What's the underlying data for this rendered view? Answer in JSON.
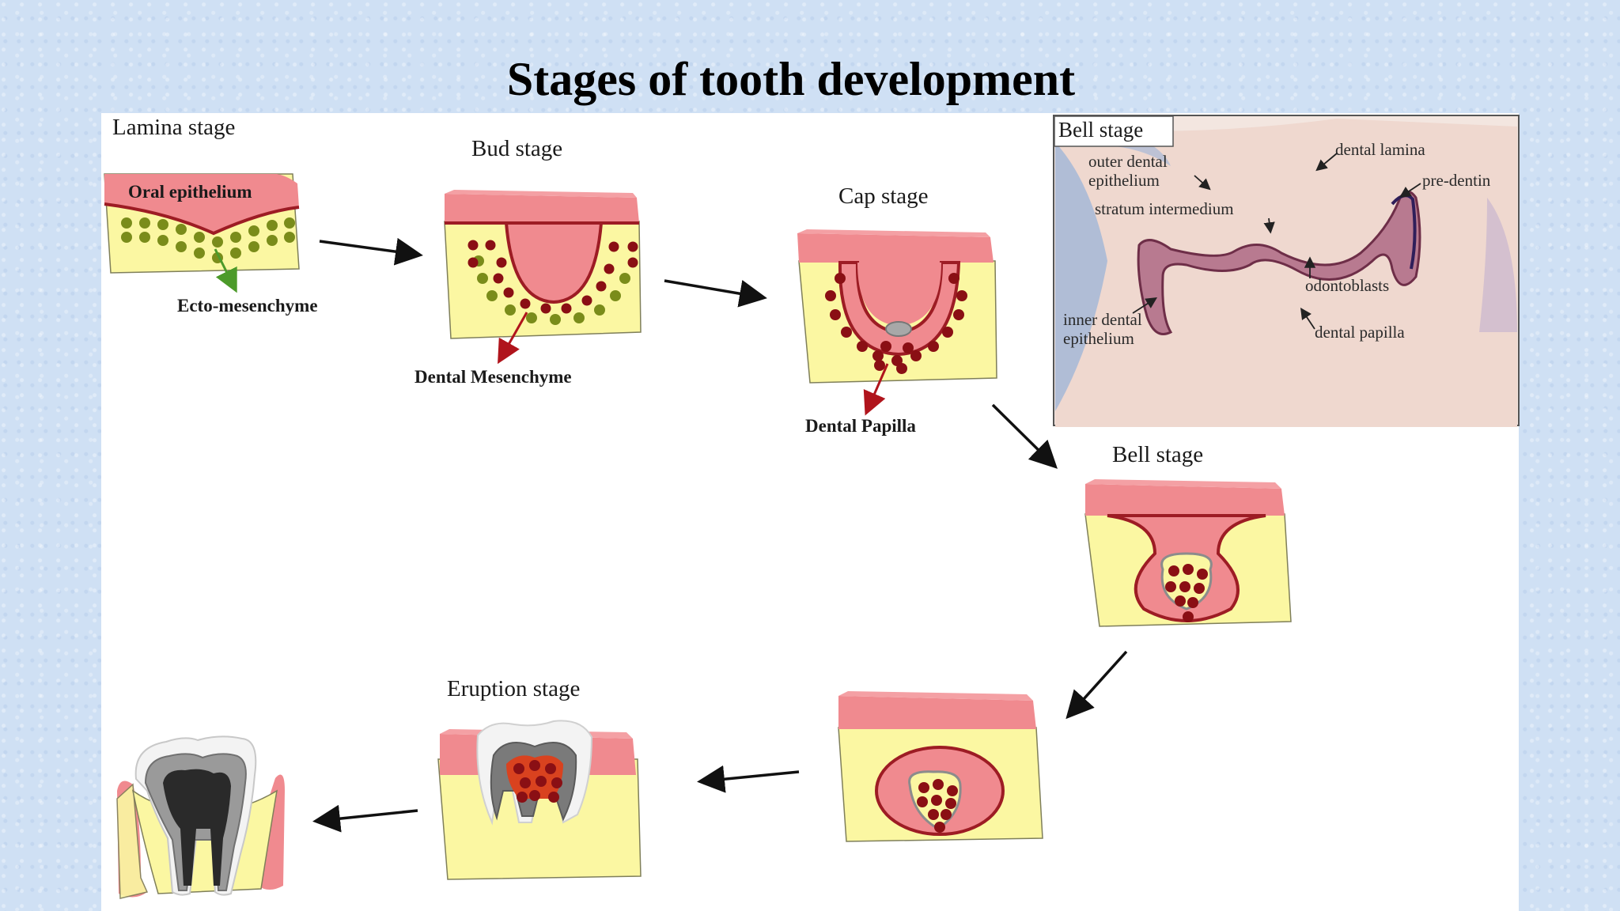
{
  "title": "Stages of tooth development",
  "stages": {
    "lamina": "Lamina stage",
    "bud": "Bud stage",
    "cap": "Cap stage",
    "bell": "Bell stage",
    "eruption": "Eruption stage"
  },
  "parts": {
    "oral_epithelium": "Oral epithelium",
    "ecto_mesenchyme": "Ecto-mesenchyme",
    "dental_mesenchyme": "Dental Mesenchyme",
    "dental_papilla": "Dental Papilla"
  },
  "micrograph": {
    "title": "Bell stage",
    "labels": {
      "outer_dental_1": "outer dental",
      "outer_dental_2": "epithelium",
      "dental_lamina": "dental lamina",
      "pre_dentin": "pre-dentin",
      "stratum": "stratum intermedium",
      "odontoblasts": "odontoblasts",
      "inner_dental_1": "inner dental",
      "inner_dental_2": "epithelium",
      "dental_papilla": "dental papilla"
    }
  },
  "colors": {
    "epithelium": "#f08a8f",
    "mesenchyme": "#fbf7a2",
    "ecto_cell": "#7a8c1a",
    "papilla_cell": "#8a0f14",
    "panel": "#ffffff"
  }
}
